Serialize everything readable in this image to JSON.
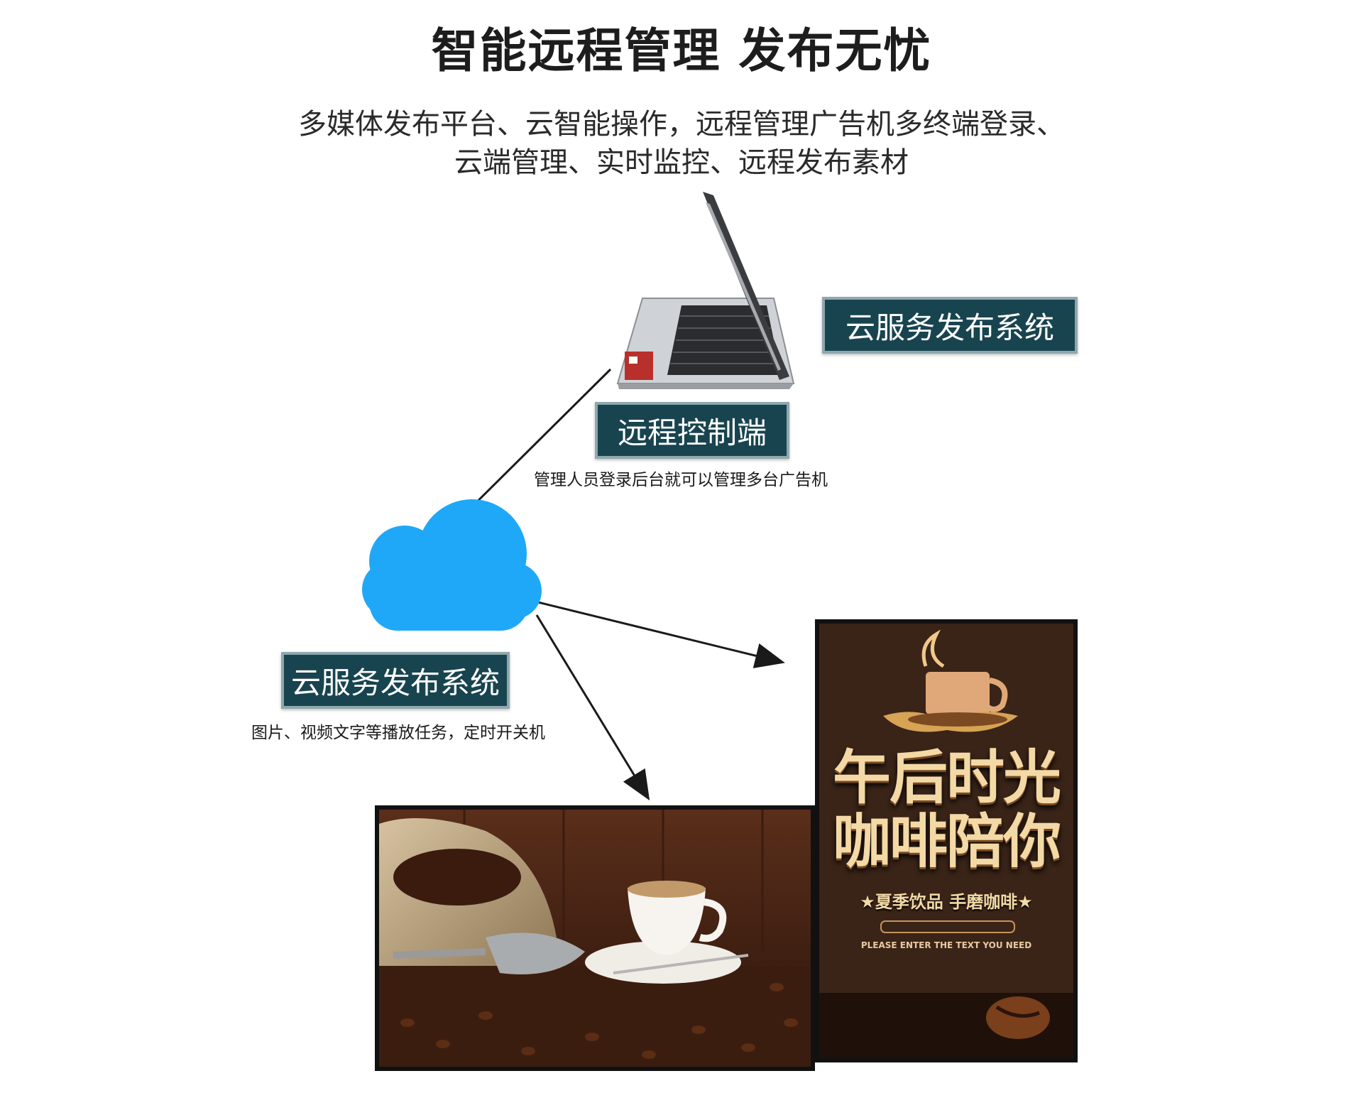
{
  "header": {
    "title": "智能远程管理 发布无忧",
    "subtitle_line1": "多媒体发布平台、云智能操作，远程管理广告机多终端登录、",
    "subtitle_line2": "云端管理、实时监控、远程发布素材"
  },
  "laptop": {
    "side_label": "云服务发布系统",
    "label": "远程控制端",
    "caption": "管理人员登录后台就可以管理多台广告机",
    "icon": "laptop-icon"
  },
  "cloud": {
    "label": "云服务发布系统",
    "caption": "图片、视频文字等播放任务，定时开关机",
    "icon": "cloud-icon",
    "color": "#1fa8f8"
  },
  "poster": {
    "line1": "午后时光",
    "line2": "咖啡陪你",
    "sub": "★夏季饮品 手磨咖啡★",
    "small": "PLEASE ENTER THE TEXT YOU NEED"
  },
  "colors": {
    "label_bg": "#18444f",
    "label_text": "#ffffff"
  }
}
